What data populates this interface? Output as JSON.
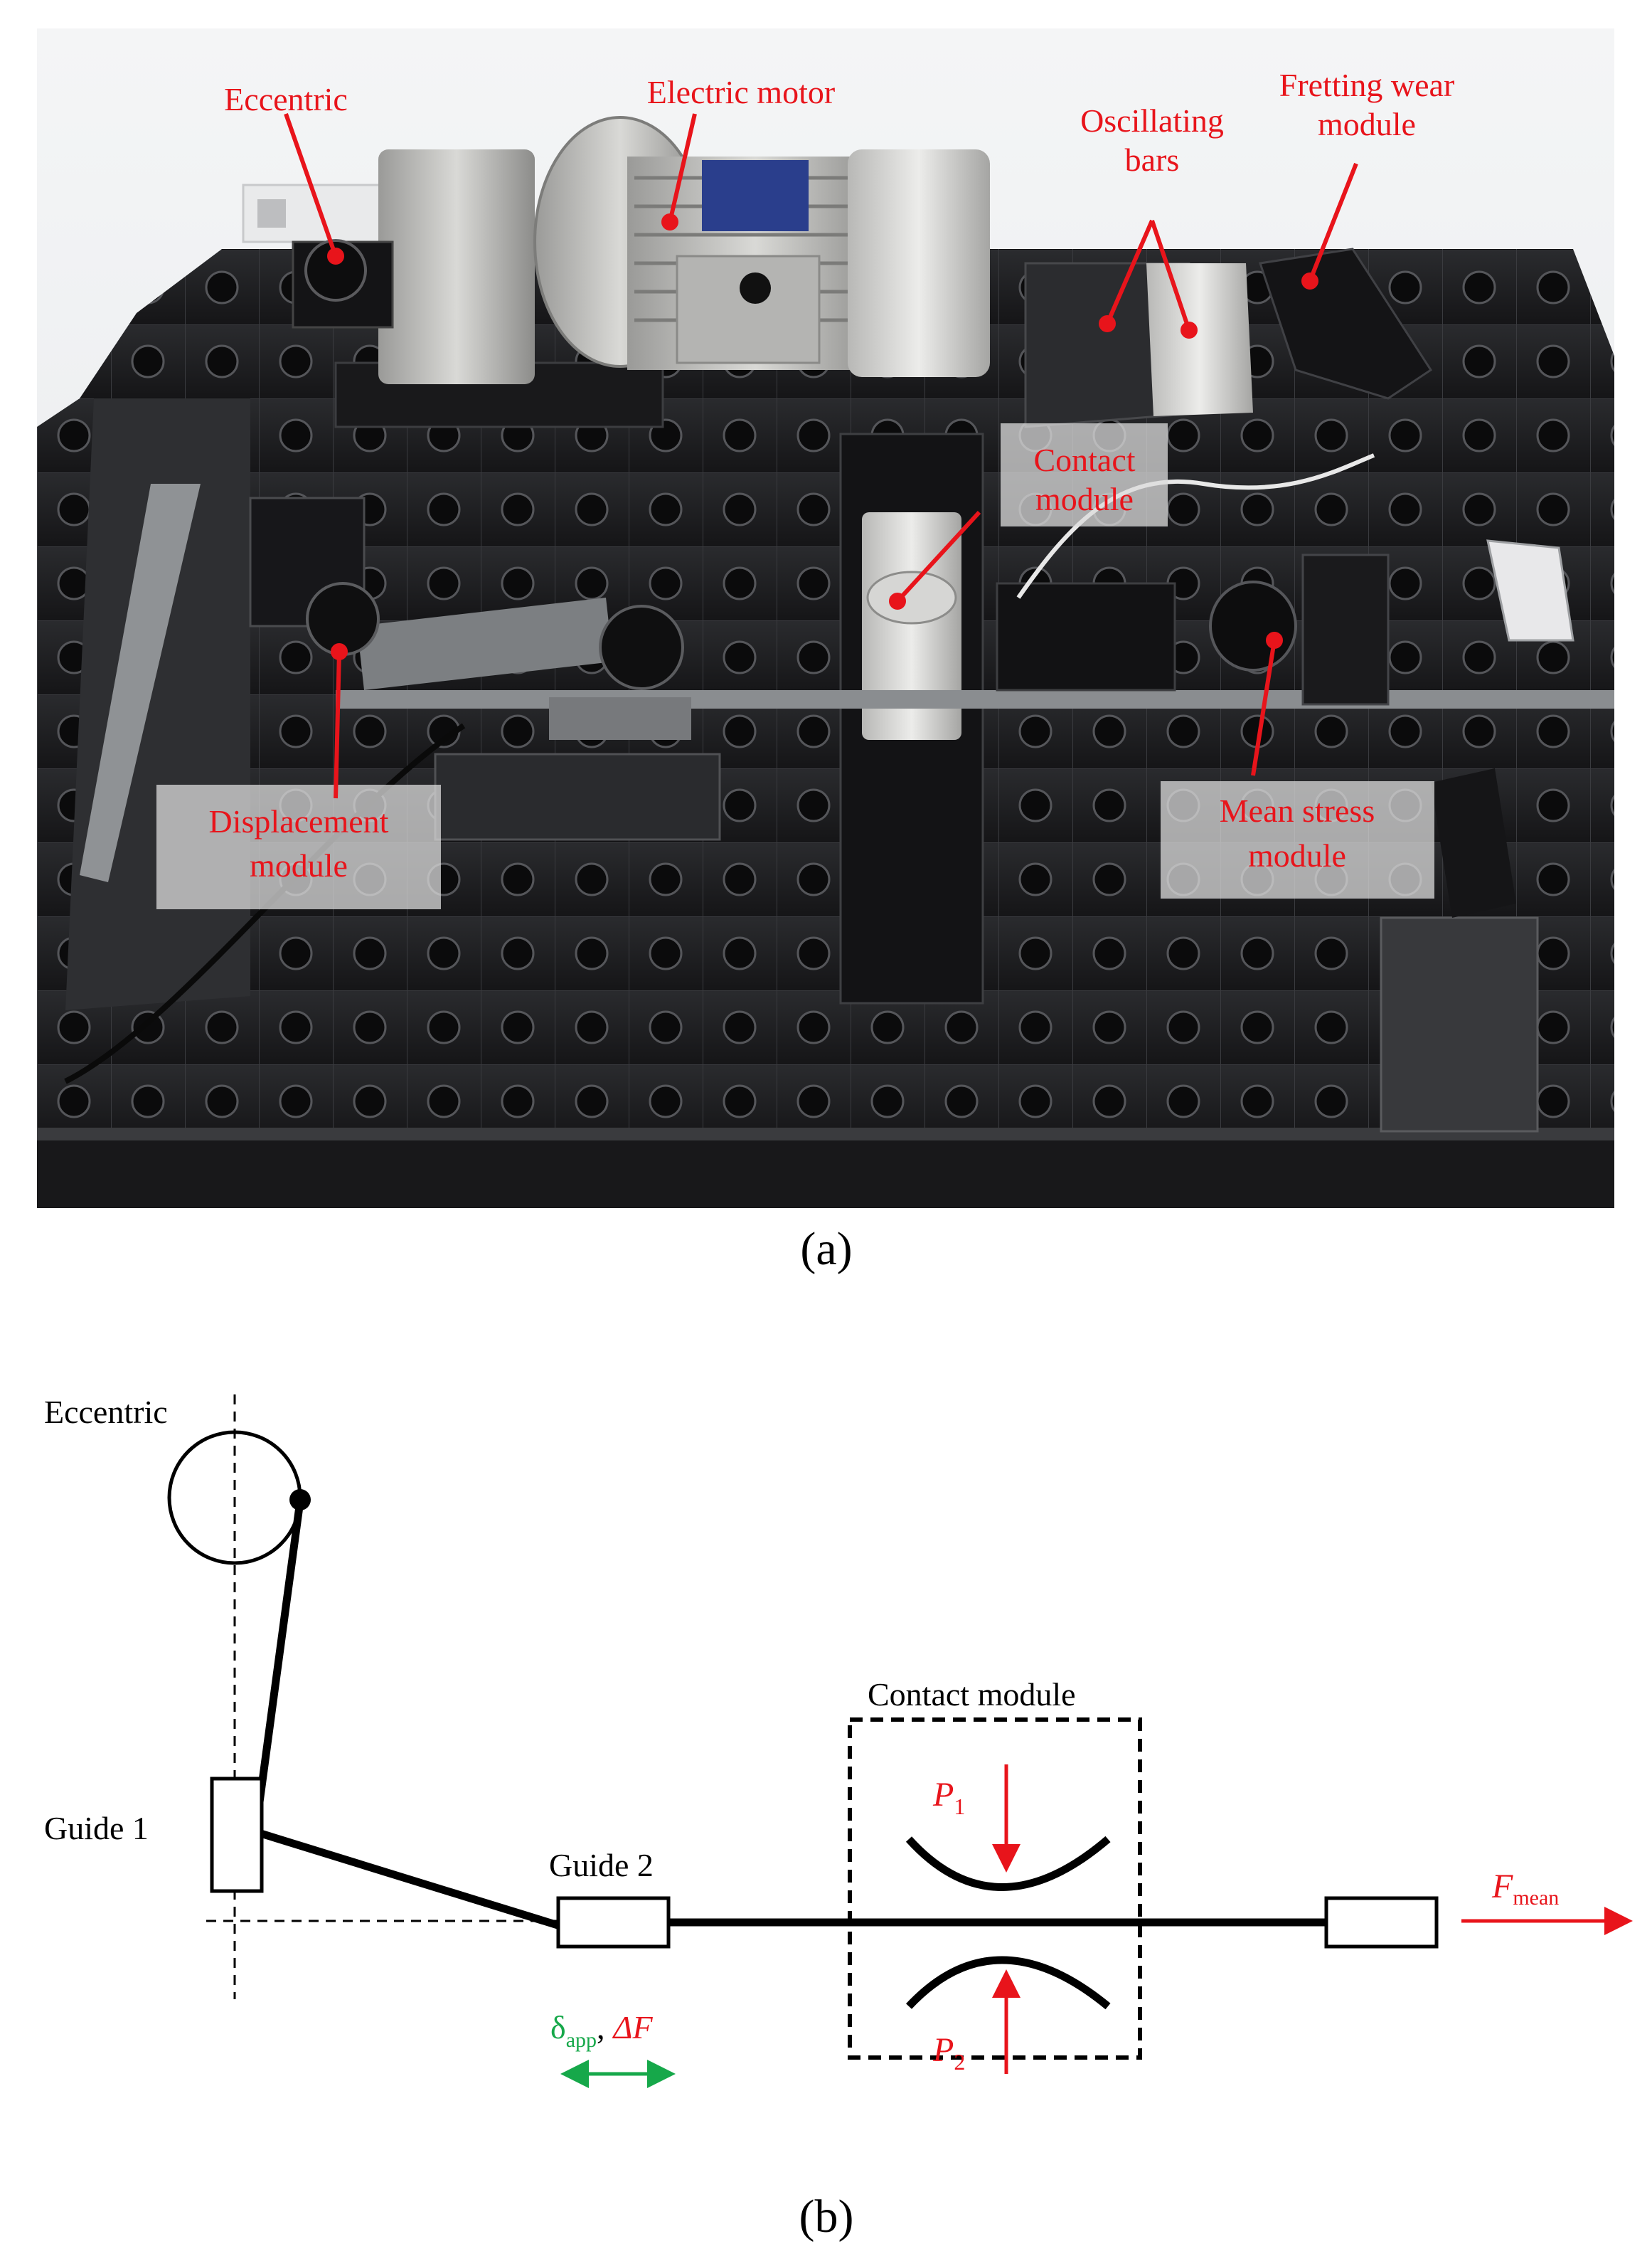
{
  "panel_a": {
    "caption": "(a)",
    "labels": {
      "eccentric": "Eccentric",
      "electric_motor": "Electric motor",
      "oscillating_bars_1": "Oscillating",
      "oscillating_bars_2": "bars",
      "fretting_1": "Fretting wear",
      "fretting_2": "module",
      "contact_1": "Contact",
      "contact_2": "module",
      "displacement_1": "Displacement",
      "displacement_2": "module",
      "mean_stress_1": "Mean stress",
      "mean_stress_2": "module"
    },
    "colors": {
      "label_red": "#e8141b",
      "table_dark": "#1f1f22",
      "label_box": "#d9d9d9"
    }
  },
  "panel_b": {
    "caption": "(b)",
    "labels": {
      "eccentric": "Eccentric",
      "guide1": "Guide 1",
      "guide2": "Guide 2",
      "contact_module": "Contact module",
      "delta": "δ",
      "delta_sub": "app",
      "comma": ",",
      "delta_f": "ΔF",
      "p1": "P",
      "p1_sub": "1",
      "p2": "P",
      "p2_sub": "2",
      "f_mean": "F",
      "f_mean_sub": "mean"
    },
    "colors": {
      "force_red": "#e8141b",
      "displacement_green": "#16a84a",
      "line_black": "#000000"
    }
  }
}
